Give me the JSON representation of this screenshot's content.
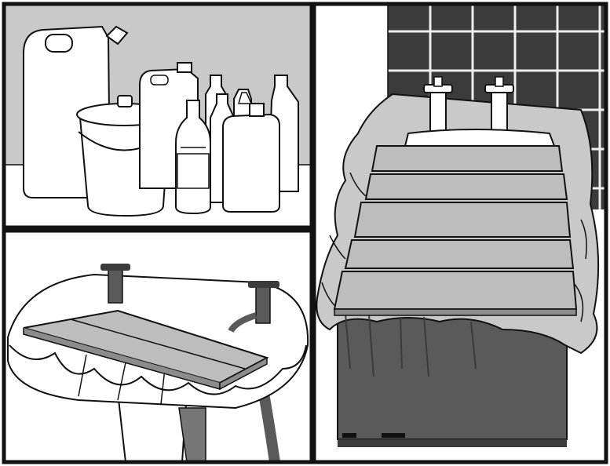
{
  "figure": {
    "panels": [
      {
        "id": "water-containers",
        "subject": "containers"
      },
      {
        "id": "washbasin-boards",
        "subject": "washbasin"
      },
      {
        "id": "bathtub-boards",
        "subject": "bathtub"
      }
    ]
  },
  "colors": {
    "ink": "#111111",
    "wall_grey": "#c9c9c9",
    "tile_dark": "#3b3b3b",
    "grout": "#ededed",
    "board_grey": "#bdbdbd",
    "tub_dark": "#5a5a5a",
    "pipe_grey": "#777777",
    "paper": "#ffffff"
  }
}
